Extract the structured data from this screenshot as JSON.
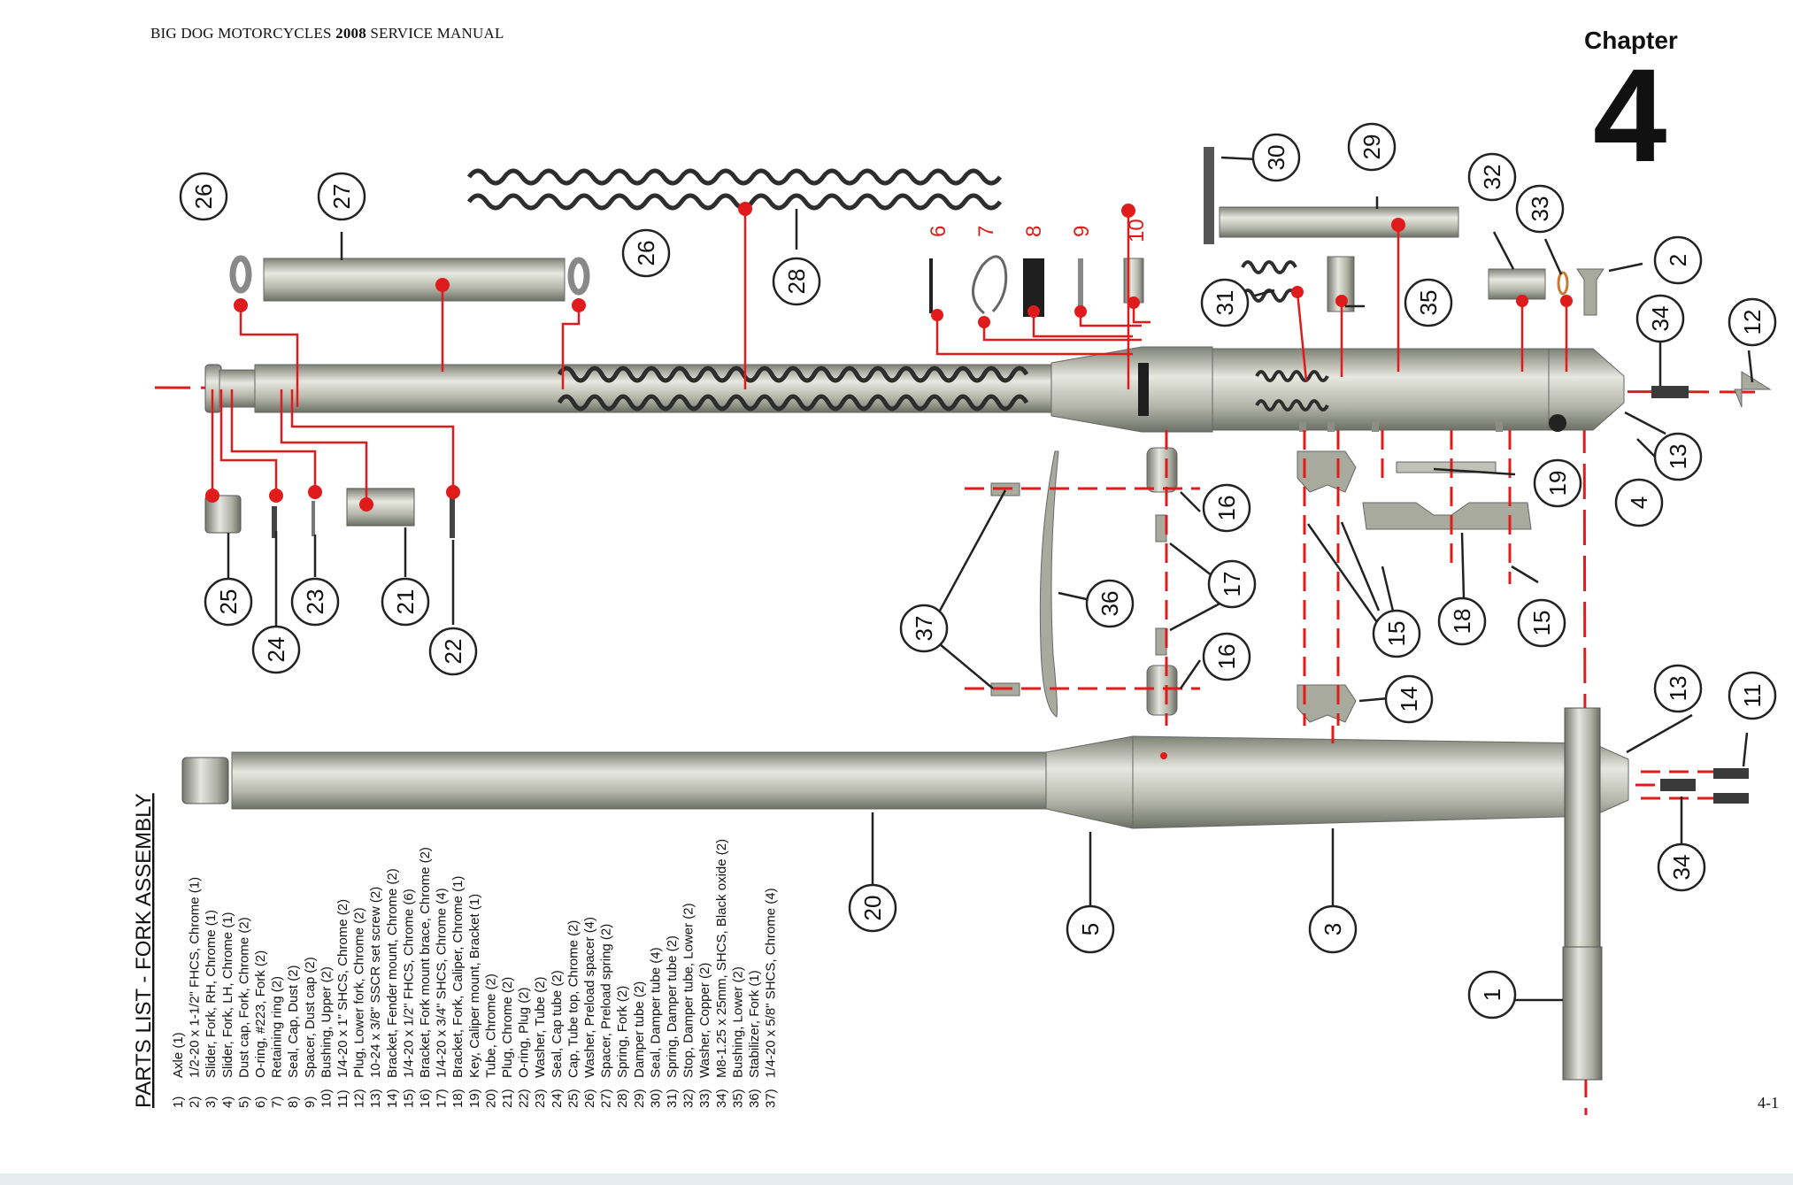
{
  "header": {
    "manual_title_prefix": "BIG DOG MOTORCYCLES ",
    "manual_title_year": "2008",
    "manual_title_suffix": " SERVICE MANUAL",
    "chapter_label": "Chapter",
    "chapter_number": "4",
    "page_number": "4-1"
  },
  "colors": {
    "callout_red": "#e01b1b",
    "part_gray": "#b8b9ae",
    "spring_dark": "#3a3a3a"
  },
  "parts_list": {
    "title": "PARTS LIST - FORK ASSEMBLY",
    "items": [
      {
        "num": "1)",
        "desc": "Axle (1)"
      },
      {
        "num": "2)",
        "desc": "1/2-20 x 1-1/2\" FHCS, Chrome (1)"
      },
      {
        "num": "3)",
        "desc": "Slider, Fork, RH, Chrome (1)"
      },
      {
        "num": "4)",
        "desc": "Slider, Fork, LH, Chrome (1)"
      },
      {
        "num": "5)",
        "desc": "Dust cap, Fork, Chrome (2)"
      },
      {
        "num": "6)",
        "desc": "O-ring, #223, Fork (2)"
      },
      {
        "num": "7)",
        "desc": "Retaining ring (2)"
      },
      {
        "num": "8)",
        "desc": "Seal, Cap, Dust (2)"
      },
      {
        "num": "9)",
        "desc": "Spacer, Dust cap (2)"
      },
      {
        "num": "10)",
        "desc": "Bushing, Upper (2)"
      },
      {
        "num": "11)",
        "desc": "1/4-20 x 1\" SHCS, Chrome (2)"
      },
      {
        "num": "12)",
        "desc": "Plug, Lower fork, Chrome (2)"
      },
      {
        "num": "13)",
        "desc": "10-24 x 3/8\" SSCR set screw (2)"
      },
      {
        "num": "14)",
        "desc": "Bracket, Fender mount, Chrome (2)"
      },
      {
        "num": "15)",
        "desc": "1/4-20 x 1/2\" FHCS, Chrome (6)"
      },
      {
        "num": "16)",
        "desc": "Bracket, Fork mount brace, Chrome (2)"
      },
      {
        "num": "17)",
        "desc": "1/4-20 x 3/4\" SHCS, Chrome (4)"
      },
      {
        "num": "18)",
        "desc": "Bracket, Fork, Caliper, Chrome (1)"
      },
      {
        "num": "19)",
        "desc": "Key, Caliper mount, Bracket (1)"
      },
      {
        "num": "20)",
        "desc": "Tube, Chrome (2)"
      },
      {
        "num": "21)",
        "desc": "Plug, Chrome (2)"
      },
      {
        "num": "22)",
        "desc": "O-ring, Plug (2)"
      },
      {
        "num": "23)",
        "desc": "Washer, Tube (2)"
      },
      {
        "num": "24)",
        "desc": "Seal, Cap tube (2)"
      },
      {
        "num": "25)",
        "desc": "Cap, Tube top, Chrome (2)"
      },
      {
        "num": "26)",
        "desc": "Washer, Preload spacer (4)"
      },
      {
        "num": "27)",
        "desc": "Spacer, Preload spring (2)"
      },
      {
        "num": "28)",
        "desc": "Spring, Fork (2)"
      },
      {
        "num": "29)",
        "desc": "Damper tube (2)"
      },
      {
        "num": "30)",
        "desc": "Seal, Damper tube (4)"
      },
      {
        "num": "31)",
        "desc": "Spring, Damper tube (2)"
      },
      {
        "num": "32)",
        "desc": "Stop, Damper tube, Lower (2)"
      },
      {
        "num": "33)",
        "desc": "Washer, Copper (2)"
      },
      {
        "num": "34)",
        "desc": "M8-1.25 x 25mm, SHCS, Black oxide (2)"
      },
      {
        "num": "35)",
        "desc": "Bushing, Lower (2)"
      },
      {
        "num": "36)",
        "desc": "Stabilizer, Fork (1)"
      },
      {
        "num": "37)",
        "desc": "1/4-20 x 5/8\" SHCS, Chrome (4)"
      }
    ]
  },
  "callouts": {
    "c1": "1",
    "c2": "2",
    "c3": "3",
    "c4": "4",
    "c5": "5",
    "c11": "11",
    "c12": "12",
    "c13a": "13",
    "c13b": "13",
    "c14": "14",
    "c15a": "15",
    "c15b": "15",
    "c16a": "16",
    "c16b": "16",
    "c17": "17",
    "c18": "18",
    "c19": "19",
    "c20": "20",
    "c21": "21",
    "c22": "22",
    "c23": "23",
    "c24": "24",
    "c25": "25",
    "c26a": "26",
    "c26b": "26",
    "c27": "27",
    "c28": "28",
    "c29": "29",
    "c30": "30",
    "c31": "31",
    "c32": "32",
    "c33": "33",
    "c34a": "34",
    "c34b": "34",
    "c35": "35",
    "c36": "36",
    "c37": "37",
    "r6": "6",
    "r7": "7",
    "r8": "8",
    "r9": "9",
    "r10": "10"
  }
}
